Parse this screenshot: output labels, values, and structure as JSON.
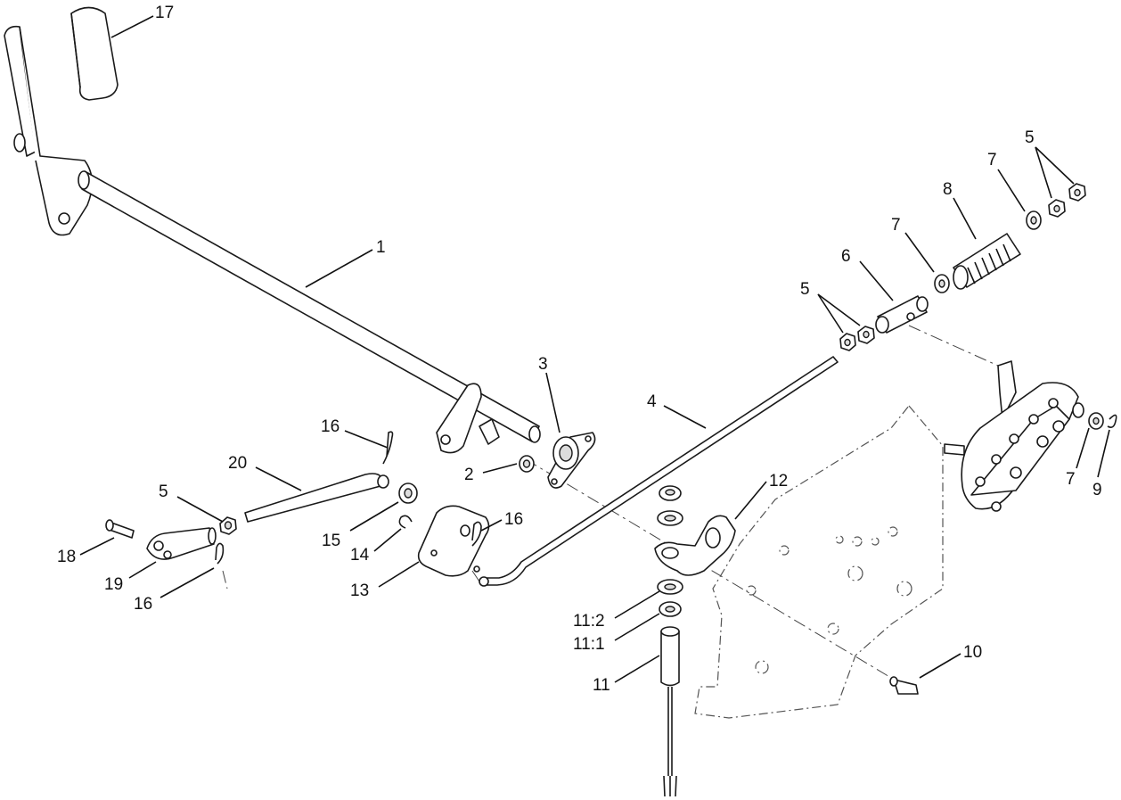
{
  "figure": {
    "callouts": [
      {
        "id": "c17",
        "text": "17"
      },
      {
        "id": "c1",
        "text": "1"
      },
      {
        "id": "c3",
        "text": "3"
      },
      {
        "id": "c2",
        "text": "2"
      },
      {
        "id": "c4",
        "text": "4"
      },
      {
        "id": "c16a",
        "text": "16"
      },
      {
        "id": "c20",
        "text": "20"
      },
      {
        "id": "c5a",
        "text": "5"
      },
      {
        "id": "c18",
        "text": "18"
      },
      {
        "id": "c19",
        "text": "19"
      },
      {
        "id": "c16b",
        "text": "16"
      },
      {
        "id": "c15",
        "text": "15"
      },
      {
        "id": "c14",
        "text": "14"
      },
      {
        "id": "c13",
        "text": "13"
      },
      {
        "id": "c16c",
        "text": "16"
      },
      {
        "id": "c12",
        "text": "12"
      },
      {
        "id": "c11_2",
        "text": "11:2"
      },
      {
        "id": "c11_1",
        "text": "11:1"
      },
      {
        "id": "c11",
        "text": "11"
      },
      {
        "id": "c10",
        "text": "10"
      },
      {
        "id": "c5b",
        "text": "5"
      },
      {
        "id": "c6",
        "text": "6"
      },
      {
        "id": "c7a",
        "text": "7"
      },
      {
        "id": "c8",
        "text": "8"
      },
      {
        "id": "c7b",
        "text": "7"
      },
      {
        "id": "c5c",
        "text": "5"
      },
      {
        "id": "c7c",
        "text": "7"
      },
      {
        "id": "c9",
        "text": "9"
      }
    ]
  }
}
